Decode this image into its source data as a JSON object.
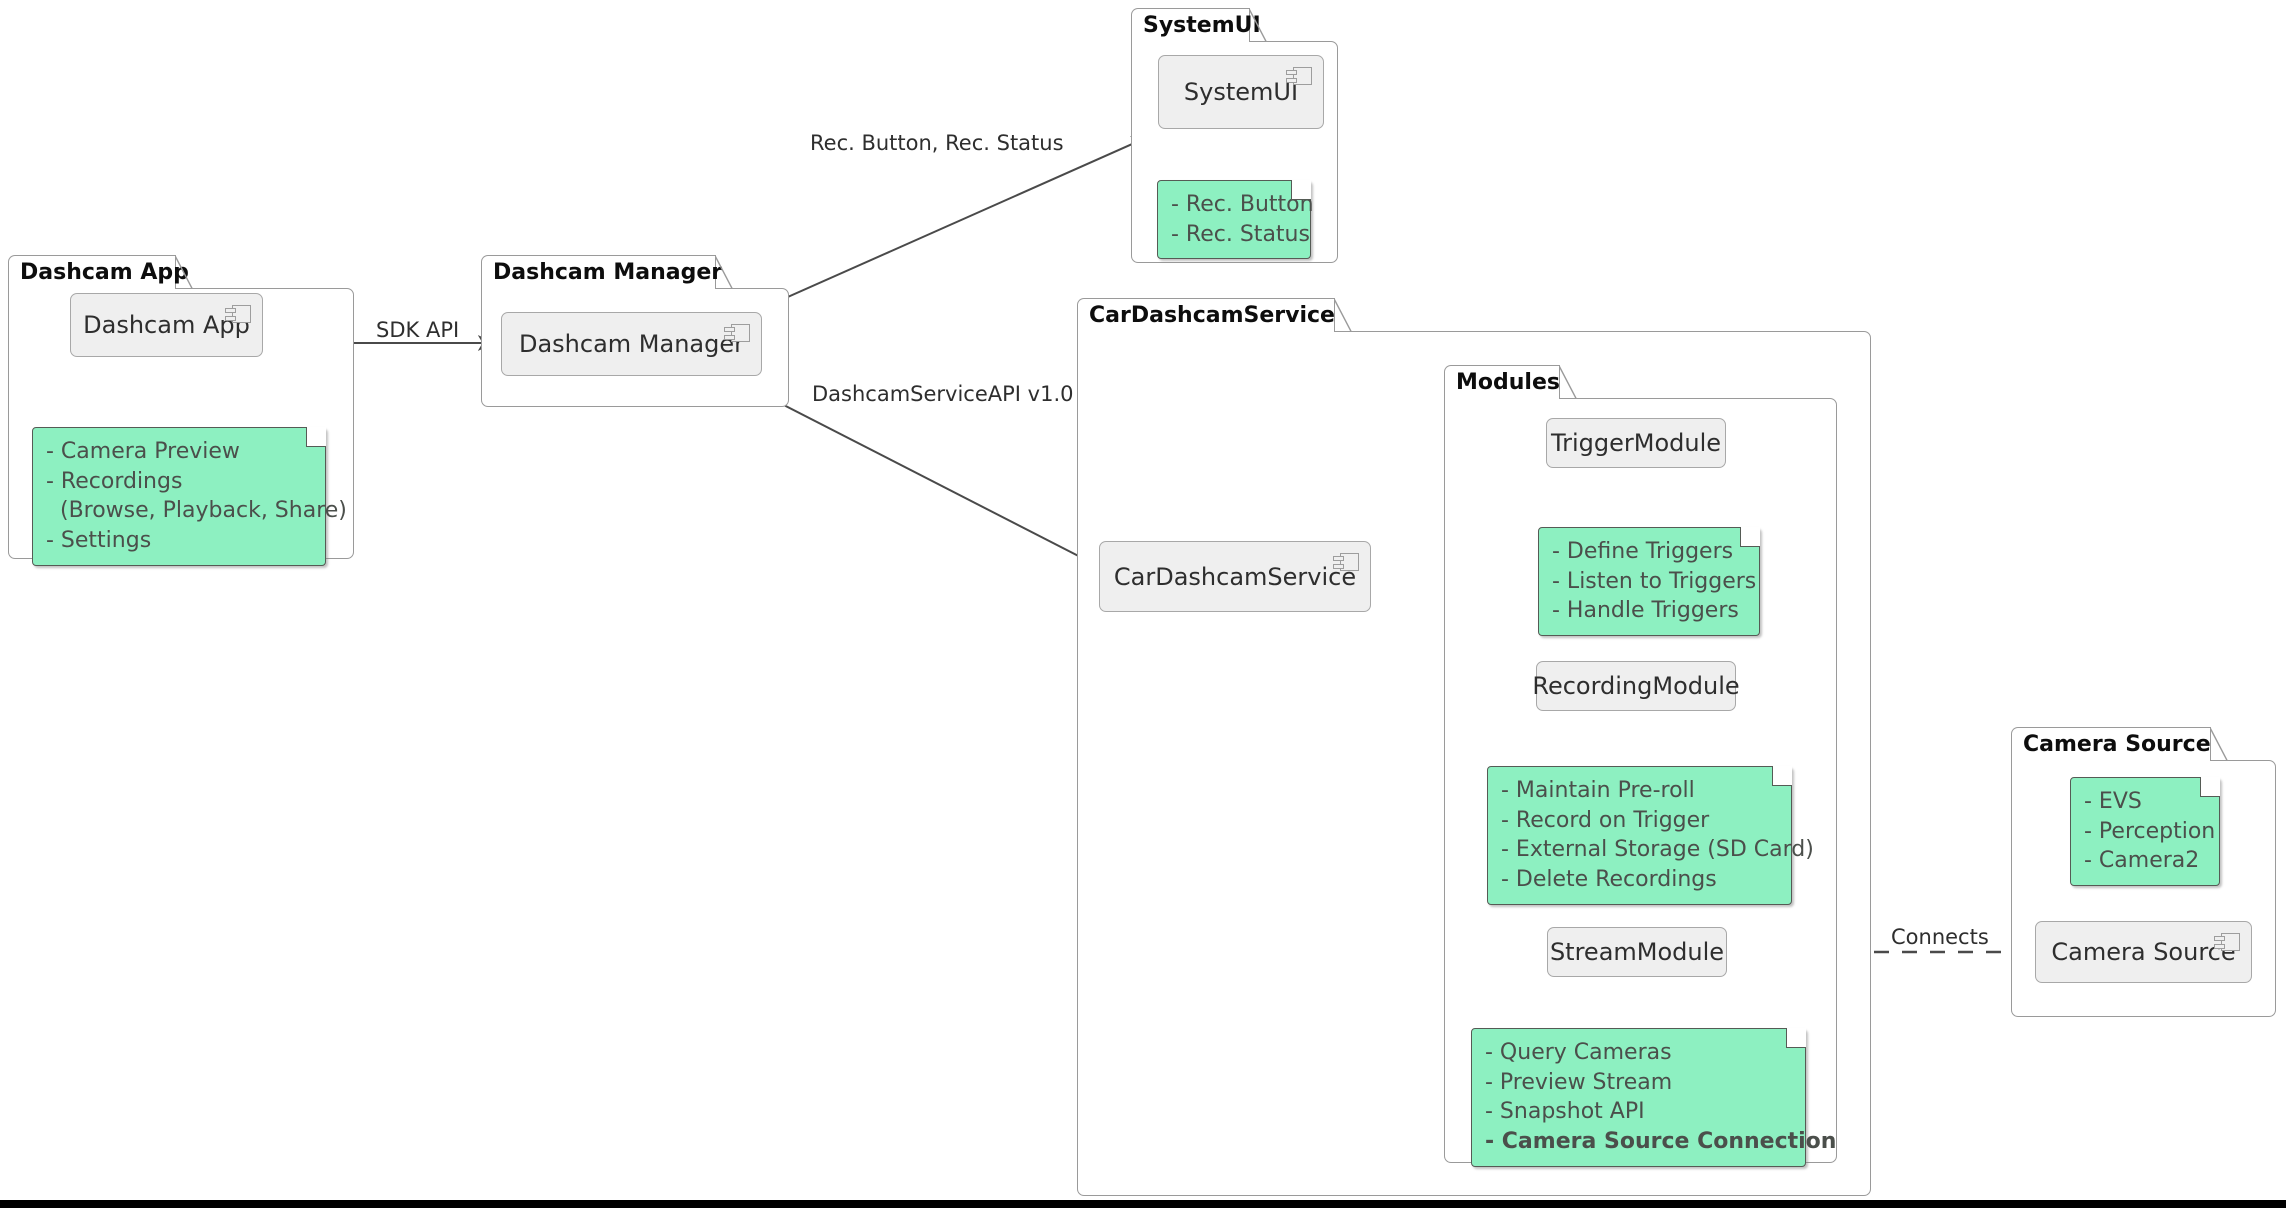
{
  "diagram": {
    "title": "Dashcam Architecture Component Diagram",
    "type": "uml-component-diagram",
    "colors": {
      "note_fill": "#8DF0C1",
      "note_border": "#555B55",
      "component_fill": "#EFEFEF",
      "component_border": "#A8A8A8",
      "package_border": "#9A9A9A",
      "edge_stroke": "#4A4A4A",
      "text": "#2E2E2E"
    }
  },
  "packages": [
    {
      "id": "dashcam-app",
      "label": "Dashcam App"
    },
    {
      "id": "dashcam-manager",
      "label": "Dashcam Manager"
    },
    {
      "id": "systemui",
      "label": "SystemUI"
    },
    {
      "id": "cardashcamservice",
      "label": "CarDashcamService"
    },
    {
      "id": "modules",
      "label": "Modules"
    },
    {
      "id": "camera-source",
      "label": "Camera Source"
    }
  ],
  "components": [
    {
      "id": "dashcam-app",
      "label": "Dashcam App"
    },
    {
      "id": "dashcam-manager",
      "label": "Dashcam Manager"
    },
    {
      "id": "systemui",
      "label": "SystemUI"
    },
    {
      "id": "cardashcamservice",
      "label": "CarDashcamService"
    },
    {
      "id": "trigger-module",
      "label": "TriggerModule"
    },
    {
      "id": "recording-module",
      "label": "RecordingModule"
    },
    {
      "id": "stream-module",
      "label": "StreamModule"
    },
    {
      "id": "camera-source",
      "label": "Camera Source"
    }
  ],
  "notes": [
    {
      "id": "note-dashcam-app",
      "attached_to": "dashcam-app",
      "lines": [
        {
          "text": "- Camera Preview",
          "bold": false
        },
        {
          "text": "- Recordings",
          "bold": false
        },
        {
          "text": "  (Browse, Playback, Share)",
          "bold": false
        },
        {
          "text": "- Settings",
          "bold": false
        }
      ]
    },
    {
      "id": "note-systemui",
      "attached_to": "systemui",
      "lines": [
        {
          "text": "- Rec. Button",
          "bold": false
        },
        {
          "text": "- Rec. Status",
          "bold": false
        }
      ]
    },
    {
      "id": "note-trigger-module",
      "attached_to": "trigger-module",
      "lines": [
        {
          "text": "- Define Triggers",
          "bold": false
        },
        {
          "text": "- Listen to Triggers",
          "bold": false
        },
        {
          "text": "- Handle Triggers",
          "bold": false
        }
      ]
    },
    {
      "id": "note-recording-module",
      "attached_to": "recording-module",
      "lines": [
        {
          "text": "- Maintain Pre-roll",
          "bold": false
        },
        {
          "text": "- Record on Trigger",
          "bold": false
        },
        {
          "text": "- External Storage (SD Card)",
          "bold": false
        },
        {
          "text": "- Delete Recordings",
          "bold": false
        }
      ]
    },
    {
      "id": "note-stream-module",
      "attached_to": "stream-module",
      "lines": [
        {
          "text": "- Query Cameras",
          "bold": false
        },
        {
          "text": "- Preview Stream",
          "bold": false
        },
        {
          "text": "- Snapshot API",
          "bold": false
        },
        {
          "text": "- Camera Source Connection",
          "bold": true
        }
      ]
    },
    {
      "id": "note-camera-source",
      "attached_to": "camera-source",
      "lines": [
        {
          "text": "- EVS",
          "bold": false
        },
        {
          "text": "- Perception",
          "bold": false
        },
        {
          "text": "- Camera2",
          "bold": false
        }
      ]
    }
  ],
  "edges": [
    {
      "id": "edge-app-to-manager",
      "from": "dashcam-app",
      "to": "dashcam-manager",
      "label": "SDK API",
      "style": "solid-arrow"
    },
    {
      "id": "edge-manager-to-systemui",
      "from": "dashcam-manager",
      "to": "systemui",
      "label": "Rec. Button, Rec. Status",
      "style": "solid-arrow"
    },
    {
      "id": "edge-manager-to-service",
      "from": "dashcam-manager",
      "to": "cardashcamservice",
      "label": "DashcamServiceAPI v1.0",
      "style": "solid-arrow"
    },
    {
      "id": "edge-service-to-trigger",
      "from": "cardashcamservice",
      "to": "trigger-module",
      "label": "",
      "style": "solid-arrow"
    },
    {
      "id": "edge-service-to-recording",
      "from": "cardashcamservice",
      "to": "recording-module",
      "label": "",
      "style": "solid-arrow"
    },
    {
      "id": "edge-service-to-stream",
      "from": "cardashcamservice",
      "to": "stream-module",
      "label": "",
      "style": "solid-arrow-curved"
    },
    {
      "id": "edge-stream-to-camera-source",
      "from": "stream-module",
      "to": "camera-source",
      "label": "Connects",
      "style": "dashed"
    }
  ],
  "icons": {
    "component_icon": "uml-component-icon"
  }
}
